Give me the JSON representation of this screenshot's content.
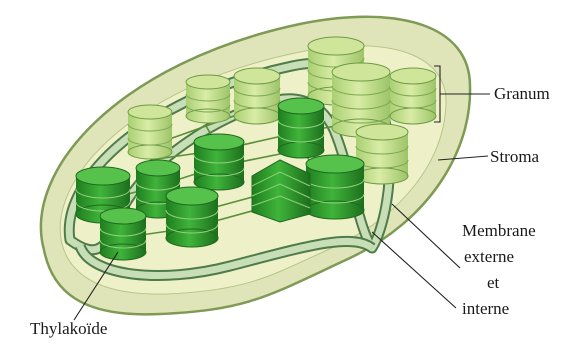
{
  "diagram": {
    "labels": {
      "granum": "Granum",
      "stroma": "Stroma",
      "membrane_line1": "Membrane",
      "membrane_line2": "externe",
      "membrane_line3": "et",
      "membrane_line4": "interne",
      "thylakoide": "Thylakoïde"
    },
    "colors": {
      "outer_membrane": "#e2e7bd",
      "outer_rim": "#7e9a55",
      "stroma": "#eef0c5",
      "inner_membrane": "#c8deb6",
      "membrane_edge": "#4f7b4a",
      "thylakoid_dark": "#2f9a2f",
      "thylakoid_light": "#bfe08a",
      "thylakoid_edge": "#1f6a1f"
    }
  }
}
